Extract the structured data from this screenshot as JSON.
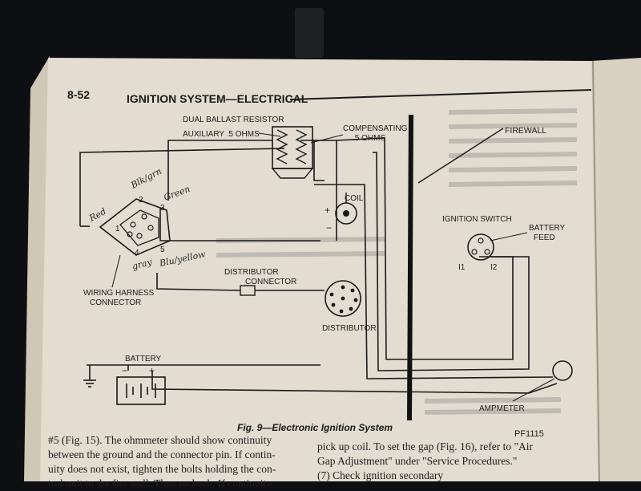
{
  "header": {
    "page_number": "8-52",
    "title": "IGNITION SYSTEM—ELECTRICAL"
  },
  "diagram": {
    "labels": {
      "dual_ballast_resistor": "DUAL BALLAST RESISTOR",
      "auxiliary": "AUXILIARY .5 OHMS",
      "compensating": "COMPENSATING",
      "compensating_ohms": ".5 OHMS",
      "firewall": "FIREWALL",
      "coil": "COIL",
      "coil_plus": "+",
      "coil_minus": "−",
      "ignition_switch": "IGNITION SWITCH",
      "battery_feed_1": "BATTERY",
      "battery_feed_2": "FEED",
      "i1": "I1",
      "i2": "I2",
      "wiring_harness_1": "WIRING HARNESS",
      "wiring_harness_2": "CONNECTOR",
      "distributor_connector_1": "DISTRIBUTOR",
      "distributor_connector_2": "CONNECTOR",
      "distributor": "DISTRIBUTOR",
      "battery": "BATTERY",
      "battery_minus": "−",
      "battery_plus": "+",
      "ampmeter": "AMPMETER",
      "pin_1": "1",
      "pin_2": "2",
      "pin_3": "3",
      "pin_4": "4",
      "pin_5": "5"
    },
    "handwritten": {
      "red": "Red",
      "blk_grn": "Blk/grn",
      "green": "Green",
      "gray": "gray",
      "blu_yellow": "Blu/yellow"
    },
    "caption": "Fig. 9—Electronic Ignition System",
    "figure_code": "PF1115"
  },
  "body_text": {
    "left_lines": [
      "#5 (Fig. 15). The ohmmeter should show continuity",
      "between the ground and the connector pin. If contin-",
      "uity does not exist, tighten the bolts holding the con-",
      "trol unit to the fire wall. Then recheck. If continuity"
    ],
    "right_lines": [
      "pick up coil. To set the gap (Fig. 16), refer to \"Air",
      "Gap Adjustment\" under \"Service Procedures.\"",
      "(7) Check ignition secondary"
    ]
  },
  "colors": {
    "paper": "#e2ddd0",
    "ink": "#1a1a1a",
    "background": "#0e0f12"
  }
}
